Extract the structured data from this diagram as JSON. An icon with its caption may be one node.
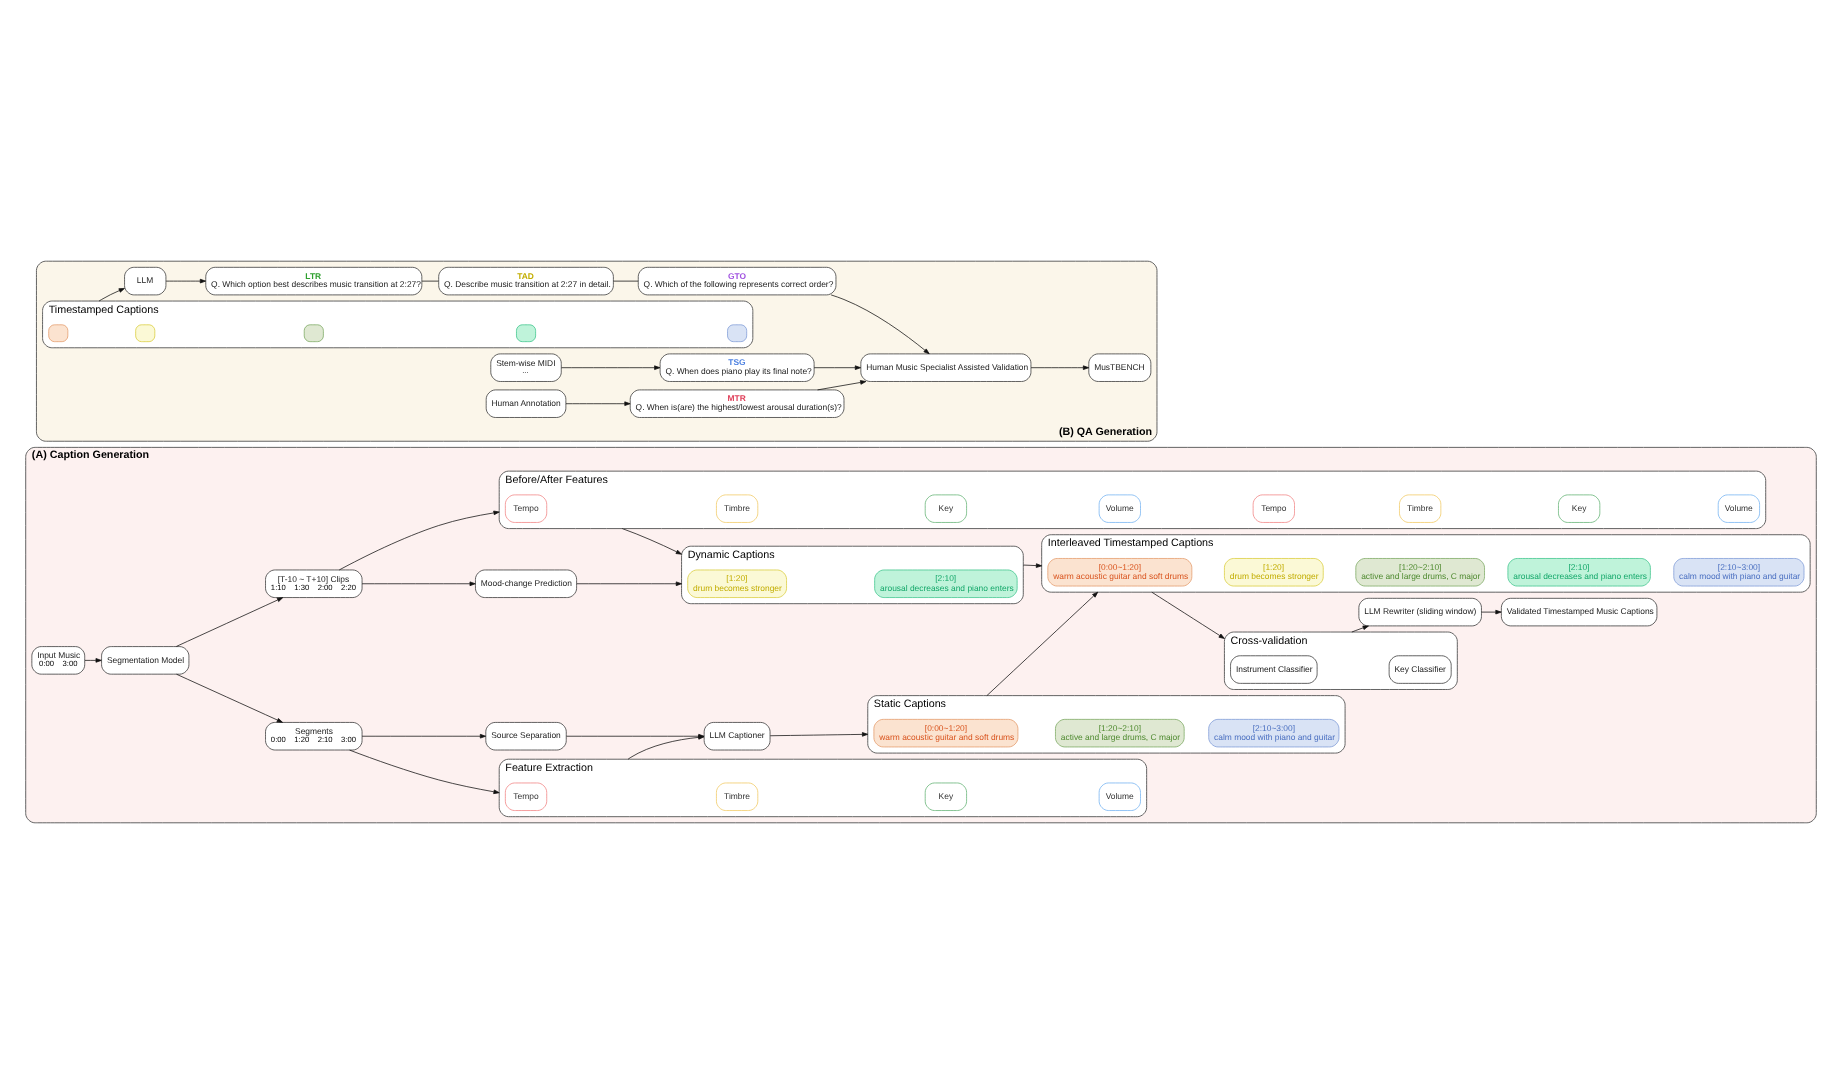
{
  "diagram": {
    "nodes": [
      {
        "text": [
          "(A) Caption Generation"
        ]
      },
      {
        "text": [
          "Input Music",
          "0:00",
          "3:00"
        ],
        "in": 0
      },
      {
        "text": [
          "Segmentation Model"
        ],
        "in": 0
      },
      {
        "text": [
          "Segments",
          "0:00",
          "1:20",
          "2:10",
          "3:00"
        ],
        "in": 0
      },
      {
        "text": [
          "Source Separation"
        ],
        "in": 0
      },
      {
        "text": [
          "Feature Extraction"
        ],
        "in": 0
      },
      {
        "text": [
          "Tempo"
        ],
        "in": 5
      },
      {
        "text": [
          "Timbre"
        ],
        "in": 5
      },
      {
        "text": [
          "Key"
        ],
        "in": 5
      },
      {
        "text": [
          "Volume"
        ],
        "in": 5
      },
      {
        "text": [
          "LLM Captioner"
        ],
        "in": 0
      },
      {
        "text": [
          "Static Captions"
        ],
        "in": 0
      },
      {
        "text": [
          "[0:00~1:20]",
          "warm acoustic guitar and soft drums"
        ],
        "in": 11
      },
      {
        "text": [
          "[1:20~2:10]",
          "active and large drums, C major"
        ],
        "in": 11
      },
      {
        "text": [
          "[2:10~3:00]",
          "calm mood with piano and guitar"
        ],
        "in": 11
      },
      {
        "text": [
          "[T-10 ~ T+10] Clips",
          "1:10",
          "1:30",
          "2:00",
          "2:20"
        ],
        "in": 0
      },
      {
        "text": [
          "Mood-change Prediction"
        ],
        "in": 0
      },
      {
        "text": [
          "Before/After Features"
        ],
        "in": 0
      },
      {
        "text": [
          "Tempo"
        ],
        "in": 17
      },
      {
        "text": [
          "Timbre"
        ],
        "in": 17
      },
      {
        "text": [
          "Key"
        ],
        "in": 17
      },
      {
        "text": [
          "Volume"
        ],
        "in": 17
      },
      {
        "text": [
          "Tempo"
        ],
        "in": 17
      },
      {
        "text": [
          "Timbre"
        ],
        "in": 17
      },
      {
        "text": [
          "Key"
        ],
        "in": 17
      },
      {
        "text": [
          "Volume"
        ],
        "in": 17
      },
      {
        "text": [
          "Dynamic Captions"
        ],
        "in": 0
      },
      {
        "text": [
          "[1:20]",
          "drum becomes stronger"
        ],
        "in": 26
      },
      {
        "text": [
          "[2:10]",
          "arousal decreases and piano enters"
        ],
        "in": 26
      },
      {
        "text": [
          "Interleaved Timestamped Captions"
        ],
        "in": 0
      },
      {
        "text": [
          "[0:00~1:20]",
          "warm acoustic guitar and soft drums"
        ],
        "in": 29
      },
      {
        "text": [
          "[1:20]",
          "drum becomes stronger"
        ],
        "in": 29
      },
      {
        "text": [
          "[1:20~2:10]",
          "active and large drums, C major"
        ],
        "in": 29
      },
      {
        "text": [
          "[2:10]",
          "arousal decreases and piano enters"
        ],
        "in": 29
      },
      {
        "text": [
          "[2:10~3:00]",
          "calm mood with piano and guitar"
        ],
        "in": 29
      },
      {
        "text": [
          "Cross-validation"
        ],
        "in": 0
      },
      {
        "text": [
          "Instrument Classifier"
        ],
        "in": 35
      },
      {
        "text": [
          "Key Classifier"
        ],
        "in": 35
      },
      {
        "text": [
          "LLM Rewriter (sliding window)"
        ],
        "in": 0
      },
      {
        "text": [
          "Validated Timestamped Music Captions"
        ],
        "in": 0
      },
      {
        "text": [
          "(B) QA Generation"
        ]
      },
      {
        "text": [
          "Stem-wise MIDI",
          "..."
        ],
        "in": 40
      },
      {
        "text": [
          "TSG",
          "Q. When does piano play its final note?"
        ],
        "in": 40
      },
      {
        "text": [
          "Timestamped Captions"
        ],
        "in": 40
      },
      {
        "text": [],
        "shape": "box",
        "in": 43
      },
      {
        "text": [],
        "shape": "box",
        "in": 43
      },
      {
        "text": [],
        "shape": "box",
        "in": 43
      },
      {
        "text": [],
        "shape": "box",
        "in": 43
      },
      {
        "text": [],
        "shape": "box",
        "in": 43
      },
      {
        "text": [
          "LLM"
        ],
        "in": 40
      },
      {
        "text": [
          "LTR",
          "Q. Which option best describes music transition at 2:27?"
        ],
        "in": 40
      },
      {
        "text": [
          "TAD",
          "Q. Describe music transition at 2:27 in detail."
        ],
        "in": 40
      },
      {
        "text": [
          "GTO",
          "Q. Which of the following represents correct order?"
        ],
        "in": 40
      },
      {
        "text": [
          "Human Annotation"
        ],
        "in": 40
      },
      {
        "text": [
          "MTR",
          "Q. When is(are) the highest/lowest arousal duration(s)?"
        ],
        "in": 40
      },
      {
        "text": [
          "Human Music Specialist Assisted Validation"
        ],
        "in": 40
      },
      {
        "text": [
          "MusTBENCH"
        ],
        "in": 40
      }
    ],
    "edges": [
      {
        "from": 1,
        "to": 2,
        "arrow": "to"
      },
      {
        "from": 2,
        "to": 3,
        "arrow": "to"
      },
      {
        "from": 2,
        "to": 15,
        "arrow": "to"
      },
      {
        "from": 3,
        "to": 4,
        "arrow": "to"
      },
      {
        "from": 3,
        "to": 5,
        "arrow": "to"
      },
      {
        "from": 4,
        "to": 10,
        "arrow": "to"
      },
      {
        "from": 5,
        "to": 10,
        "arrow": "to"
      },
      {
        "from": 10,
        "to": 11,
        "arrow": "to"
      },
      {
        "from": 15,
        "to": 16,
        "arrow": "to"
      },
      {
        "from": 15,
        "to": 17,
        "arrow": "to"
      },
      {
        "from": 16,
        "to": 26,
        "arrow": "to"
      },
      {
        "from": 17,
        "to": 26,
        "arrow": "to"
      },
      {
        "from": 11,
        "to": 29,
        "arrow": "to"
      },
      {
        "from": 26,
        "to": 29,
        "arrow": "to"
      },
      {
        "from": 29,
        "to": 35,
        "arrow": "to"
      },
      {
        "from": 35,
        "to": 38,
        "arrow": "to"
      },
      {
        "from": 38,
        "to": 39,
        "arrow": "to"
      },
      {
        "from": 41,
        "to": 42,
        "arrow": "to"
      },
      {
        "from": 43,
        "to": 49,
        "arrow": "to"
      },
      {
        "from": 49,
        "to": 50,
        "arrow": "to"
      },
      {
        "from": 50,
        "to": 51,
        "arrow": "none"
      },
      {
        "from": 51,
        "to": 52,
        "arrow": "none"
      },
      {
        "from": 53,
        "to": 54,
        "arrow": "to"
      },
      {
        "from": 42,
        "to": 55,
        "arrow": "to"
      },
      {
        "from": 52,
        "to": 55,
        "arrow": "to"
      },
      {
        "from": 54,
        "to": 55,
        "arrow": "to"
      },
      {
        "from": 55,
        "to": 56,
        "arrow": "to"
      }
    ]
  }
}
